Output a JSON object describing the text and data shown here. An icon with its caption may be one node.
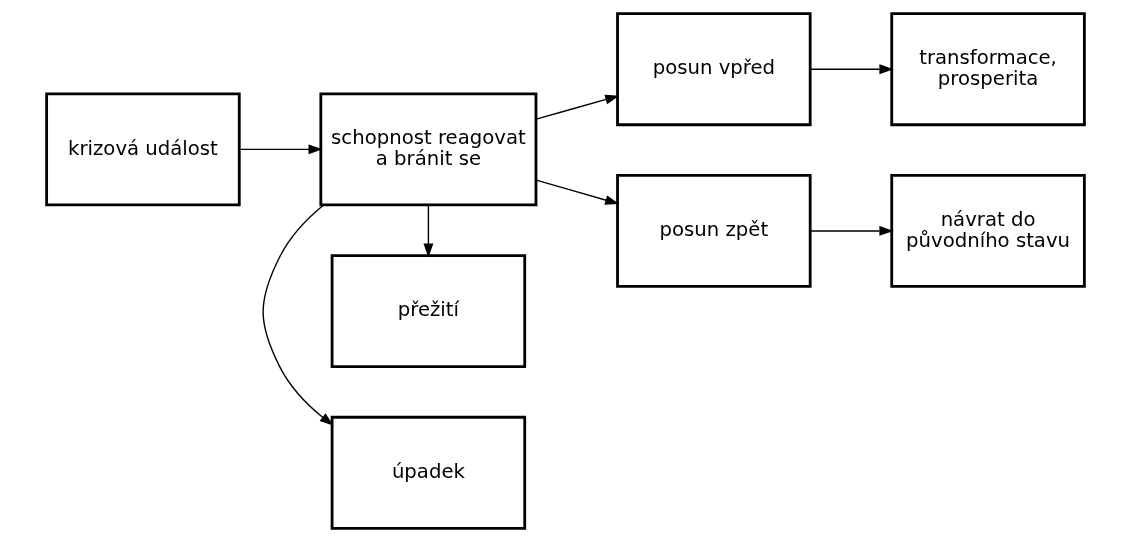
{
  "diagram": {
    "nodes": [
      {
        "text": [
          "krizová událost"
        ]
      },
      {
        "text": [
          "schopnost reagovat a bránit se"
        ]
      },
      {
        "text": [
          "úpadek"
        ]
      },
      {
        "text": [
          "přežití"
        ]
      },
      {
        "text": [
          "posun vpřed"
        ]
      },
      {
        "text": [
          "posun zpět"
        ]
      },
      {
        "text": [
          "transformace, prosperita"
        ]
      },
      {
        "text": [
          "návrat do původního stavu"
        ]
      }
    ],
    "edges": [
      {
        "from": 0,
        "to": 1,
        "arrow": "to"
      },
      {
        "from": 1,
        "to": 2,
        "arrow": "to"
      },
      {
        "from": 1,
        "to": 3,
        "arrow": "to"
      },
      {
        "from": 1,
        "to": 4,
        "arrow": "to"
      },
      {
        "from": 1,
        "to": 5,
        "arrow": "to"
      },
      {
        "from": 4,
        "to": 6,
        "arrow": "to"
      },
      {
        "from": 5,
        "to": 7,
        "arrow": "to"
      }
    ]
  }
}
